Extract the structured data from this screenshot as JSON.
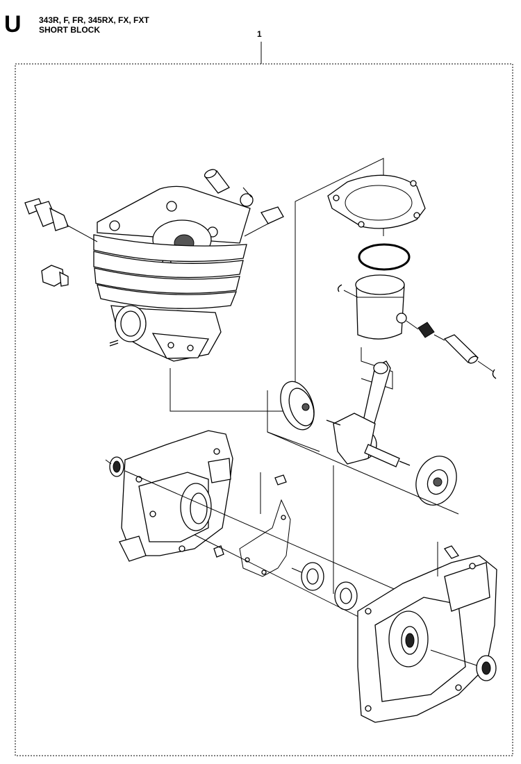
{
  "header": {
    "section_letter": "U",
    "models": "343R, F, FR, 345RX, FX, FXT",
    "title": "SHORT BLOCK"
  },
  "callouts": [
    {
      "label": "1"
    }
  ]
}
